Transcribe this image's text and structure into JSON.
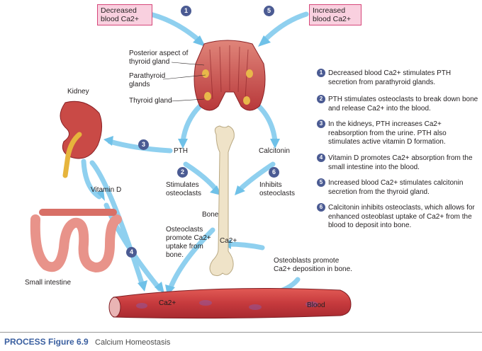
{
  "top_boxes": {
    "decreased": "Decreased blood Ca2+",
    "increased": "Increased blood Ca2+"
  },
  "labels": {
    "posterior_aspect": "Posterior aspect of thyroid gland",
    "parathyroid": "Parathyroid glands",
    "thyroid": "Thyroid gland",
    "kidney": "Kidney",
    "pth": "PTH",
    "calcitonin": "Calcitonin",
    "stimulates": "Stimulates osteoclasts",
    "inhibits": "Inhibits osteoclasts",
    "vitamin_d": "Vitamin D",
    "bone": "Bone",
    "osteoclasts_promote": "Osteoclasts promote Ca2+ uptake from bone.",
    "ca_bone": "Ca2+",
    "osteoblasts_promote": "Osteoblasts promote Ca2+ deposition in bone.",
    "small_intestine": "Small intestine",
    "ca_blood": "Ca2+",
    "blood": "Blood"
  },
  "markers": [
    "1",
    "2",
    "3",
    "4",
    "5",
    "6"
  ],
  "steps": [
    {
      "n": "1",
      "text": "Decreased blood Ca2+ stimulates PTH secretion from parathyroid glands."
    },
    {
      "n": "2",
      "text": "PTH stimulates osteoclasts to break down bone and release Ca2+ into the blood."
    },
    {
      "n": "3",
      "text": "In the kidneys, PTH increases Ca2+ reabsorption from the urine. PTH also stimulates active vitamin D formation."
    },
    {
      "n": "4",
      "text": "Vitamin D promotes Ca2+ absorption from the small intestine into the blood."
    },
    {
      "n": "5",
      "text": "Increased blood Ca2+ stimulates calcitonin secretion from the thyroid gland."
    },
    {
      "n": "6",
      "text": "Calcitonin inhibits osteoclasts, which allows for enhanced osteoblast uptake of Ca2+ from the blood to deposit into bone."
    }
  ],
  "caption": {
    "figure": "PROCESS Figure 6.9",
    "title": "Calcium Homeostasis"
  },
  "colors": {
    "arrow": "#8fd0ef",
    "marker": "#4b5b93",
    "box_fill": "#f9d0df",
    "box_border": "#d6477a",
    "tissue": "#c8474a",
    "bone": "#efe3c8"
  }
}
